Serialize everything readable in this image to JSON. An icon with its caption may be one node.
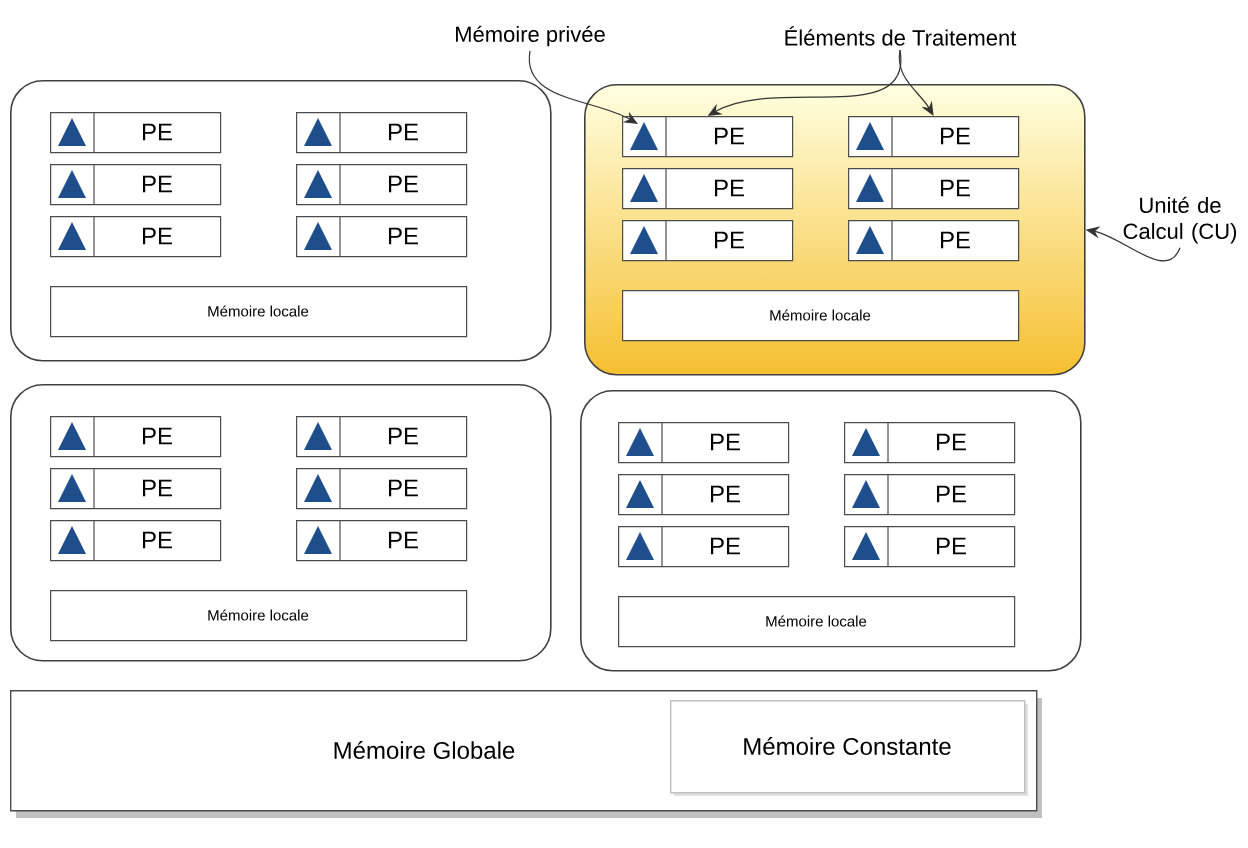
{
  "diagram": {
    "nodes": [
      {
        "text": [
          "Mémoire privée"
        ]
      },
      {
        "text": [
          "Éléments de Traitement"
        ]
      },
      {
        "text": [
          "Unité de Calcul (CU)"
        ]
      },
      {
        "text": [],
        "shape": "box"
      },
      {
        "text": [
          "PE"
        ],
        "in": 3
      },
      {
        "text": [
          "PE"
        ],
        "in": 3
      },
      {
        "text": [
          "PE"
        ],
        "in": 3
      },
      {
        "text": [
          "PE"
        ],
        "in": 3
      },
      {
        "text": [
          "PE"
        ],
        "in": 3
      },
      {
        "text": [
          "PE"
        ],
        "in": 3
      },
      {
        "text": [
          "Mémoire locale"
        ],
        "in": 3
      },
      {
        "text": [],
        "shape": "box"
      },
      {
        "text": [
          "PE"
        ],
        "in": 11
      },
      {
        "text": [
          "PE"
        ],
        "in": 11
      },
      {
        "text": [
          "PE"
        ],
        "in": 11
      },
      {
        "text": [
          "PE"
        ],
        "in": 11
      },
      {
        "text": [
          "PE"
        ],
        "in": 11
      },
      {
        "text": [
          "PE"
        ],
        "in": 11
      },
      {
        "text": [
          "Mémoire locale"
        ],
        "in": 11
      },
      {
        "text": [],
        "shape": "box"
      },
      {
        "text": [
          "PE"
        ],
        "in": 19
      },
      {
        "text": [
          "PE"
        ],
        "in": 19
      },
      {
        "text": [
          "PE"
        ],
        "in": 19
      },
      {
        "text": [
          "PE"
        ],
        "in": 19
      },
      {
        "text": [
          "PE"
        ],
        "in": 19
      },
      {
        "text": [
          "PE"
        ],
        "in": 19
      },
      {
        "text": [
          "Mémoire locale"
        ],
        "in": 19
      },
      {
        "text": [],
        "shape": "box"
      },
      {
        "text": [
          "PE"
        ],
        "in": 27
      },
      {
        "text": [
          "PE"
        ],
        "in": 27
      },
      {
        "text": [
          "PE"
        ],
        "in": 27
      },
      {
        "text": [
          "PE"
        ],
        "in": 27
      },
      {
        "text": [
          "PE"
        ],
        "in": 27
      },
      {
        "text": [
          "PE"
        ],
        "in": 27
      },
      {
        "text": [
          "Mémoire locale"
        ],
        "in": 27
      },
      {
        "text": [
          "Mémoire Globale"
        ]
      },
      {
        "text": [
          "Mémoire Constante"
        ],
        "in": 35
      }
    ],
    "edges": [
      {
        "from": 0,
        "to": 12,
        "arrow": "to"
      },
      {
        "from": 1,
        "to": 12,
        "arrow": "to"
      },
      {
        "from": 1,
        "to": 13,
        "arrow": "to"
      },
      {
        "from": 2,
        "to": 11,
        "arrow": "to"
      }
    ]
  }
}
